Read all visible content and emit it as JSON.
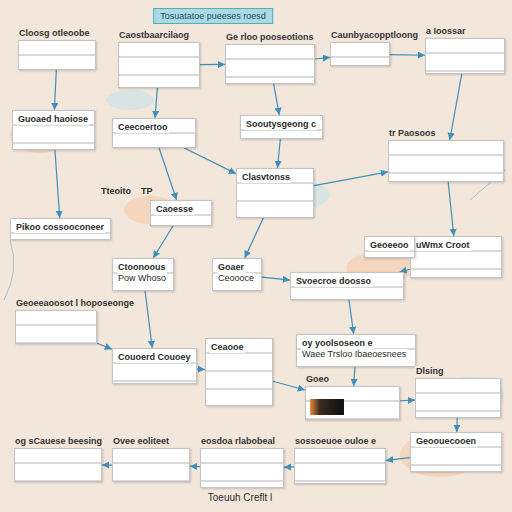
{
  "diagram": {
    "title": "Tosuatatoe pueeses roesd",
    "caption": "Toeuuh Creflt l",
    "nodes": [
      {
        "text": [
          "Cloosg otleoobe"
        ]
      },
      {
        "text": [
          "Caostbaarcilaog"
        ]
      },
      {
        "text": [
          "Ge rloo pooseotions"
        ]
      },
      {
        "text": [
          "Caunbyacopptloong"
        ]
      },
      {
        "text": [
          "a Ioossar"
        ]
      },
      {
        "text": [
          "Guoaed haoiose"
        ]
      },
      {
        "text": [
          "Sooutysgeong c"
        ]
      },
      {
        "text": [
          "Ceecoertoo"
        ]
      },
      {
        "text": [
          "tr Paosoos"
        ]
      },
      {
        "text": [
          "Clasvtonss"
        ]
      },
      {
        "text": [
          "Caoesse"
        ]
      },
      {
        "text": [
          "Pikoo cossooconeer"
        ]
      },
      {
        "text": [
          "uWmx Croot"
        ]
      },
      {
        "text": [
          "Ctoonoous",
          "Pow Whoso"
        ]
      },
      {
        "text": [
          "Goaer",
          "Ceoooce"
        ]
      },
      {
        "text": [
          "Geoeeoo"
        ]
      },
      {
        "text": [
          "Svoecroe doosso"
        ]
      },
      {
        "text": [
          "Geoeeaoosot l hoposeonge"
        ]
      },
      {
        "text": [
          "Couoerd Couoey"
        ]
      },
      {
        "text": [
          "Ceaooe"
        ]
      },
      {
        "text": [
          "oy yoolsoseon e",
          "Waee Trsloo Ibaeoesnees"
        ]
      },
      {
        "text": [
          "Goeo"
        ]
      },
      {
        "text": [
          "Dlsing"
        ]
      },
      {
        "text": [
          "Geoouecooen"
        ]
      },
      {
        "text": [
          "og sCauese beesing"
        ]
      },
      {
        "text": [
          "Ovee eoliteet"
        ]
      },
      {
        "text": [
          "eosdoa rlabobeal"
        ]
      },
      {
        "text": [
          "sossoeuoe ouloe e"
        ]
      }
    ],
    "edges": [
      {
        "from": 1,
        "to": 2,
        "arrow": "to"
      },
      {
        "from": 2,
        "to": 3,
        "arrow": "to"
      },
      {
        "from": 3,
        "to": 4,
        "arrow": "to"
      },
      {
        "from": 0,
        "to": 5,
        "arrow": "to"
      },
      {
        "from": 1,
        "to": 7,
        "arrow": "to"
      },
      {
        "from": 2,
        "to": 6,
        "arrow": "to"
      },
      {
        "from": 7,
        "to": 9,
        "arrow": "to"
      },
      {
        "from": 6,
        "to": 9,
        "arrow": "to"
      },
      {
        "from": 9,
        "to": 8,
        "arrow": "to"
      },
      {
        "from": 4,
        "to": 8,
        "arrow": "to"
      },
      {
        "from": 8,
        "to": 12,
        "arrow": "to"
      },
      {
        "from": 5,
        "to": 11,
        "arrow": "to"
      },
      {
        "from": 7,
        "to": 10,
        "arrow": "to"
      },
      {
        "from": 10,
        "to": 13,
        "arrow": "to"
      },
      {
        "from": 9,
        "to": 14,
        "arrow": "to"
      },
      {
        "from": 13,
        "to": 18,
        "arrow": "to"
      },
      {
        "from": 14,
        "to": 16,
        "arrow": "to"
      },
      {
        "from": 12,
        "to": 16,
        "arrow": "to"
      },
      {
        "from": 16,
        "to": 20,
        "arrow": "to"
      },
      {
        "from": 20,
        "to": 21,
        "arrow": "to"
      },
      {
        "from": 21,
        "to": 22,
        "arrow": "to"
      },
      {
        "from": 22,
        "to": 23,
        "arrow": "to"
      },
      {
        "from": 23,
        "to": 27,
        "arrow": "to"
      },
      {
        "from": 27,
        "to": 26,
        "arrow": "to"
      },
      {
        "from": 26,
        "to": 25,
        "arrow": "to"
      },
      {
        "from": 25,
        "to": 24,
        "arrow": "to"
      },
      {
        "from": 17,
        "to": 18,
        "arrow": "to"
      },
      {
        "from": 18,
        "to": 19,
        "arrow": "to"
      },
      {
        "from": 19,
        "to": 21,
        "arrow": "to"
      }
    ],
    "labels": [
      "Tteoito",
      "TP"
    ]
  }
}
